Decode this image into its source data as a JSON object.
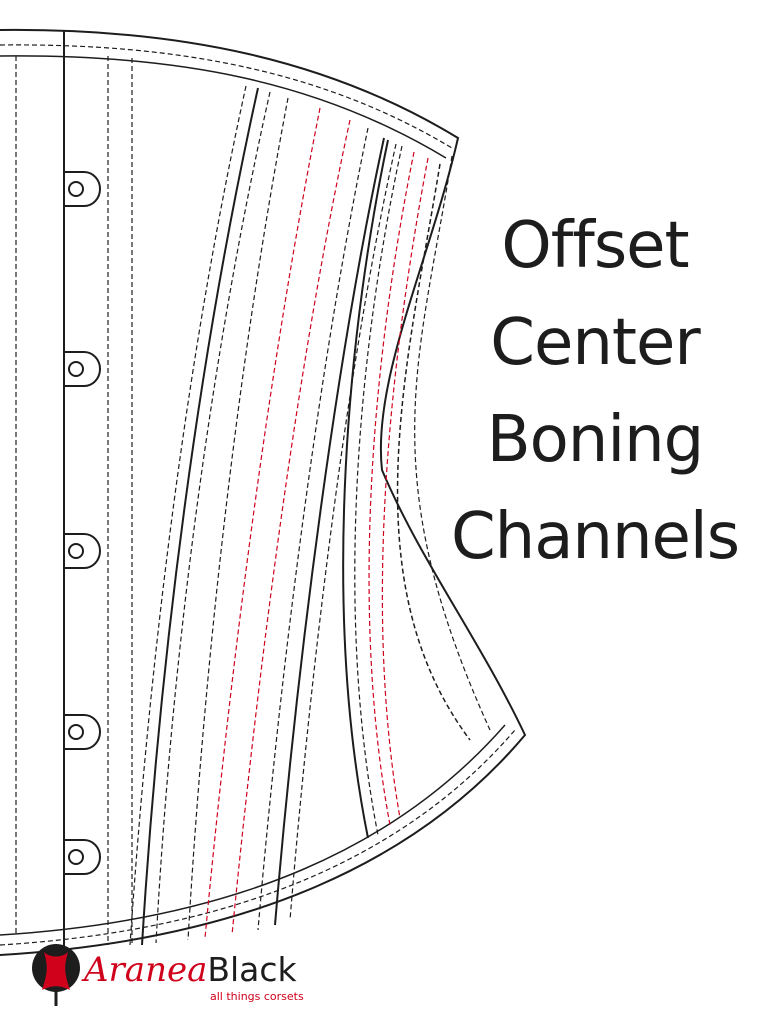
{
  "title_lines": [
    "Offset",
    "Center",
    "Boning",
    "Channels"
  ],
  "logo": {
    "name_part1": "Aranea",
    "name_part2": "Black",
    "tagline": "all things corsets"
  },
  "colors": {
    "outline": "#1d1d1d",
    "stitch": "#1d1d1d",
    "accent_stitch": "#d0011b",
    "logo_red": "#d0011b",
    "background": "#ffffff"
  },
  "busk_loops": 5
}
